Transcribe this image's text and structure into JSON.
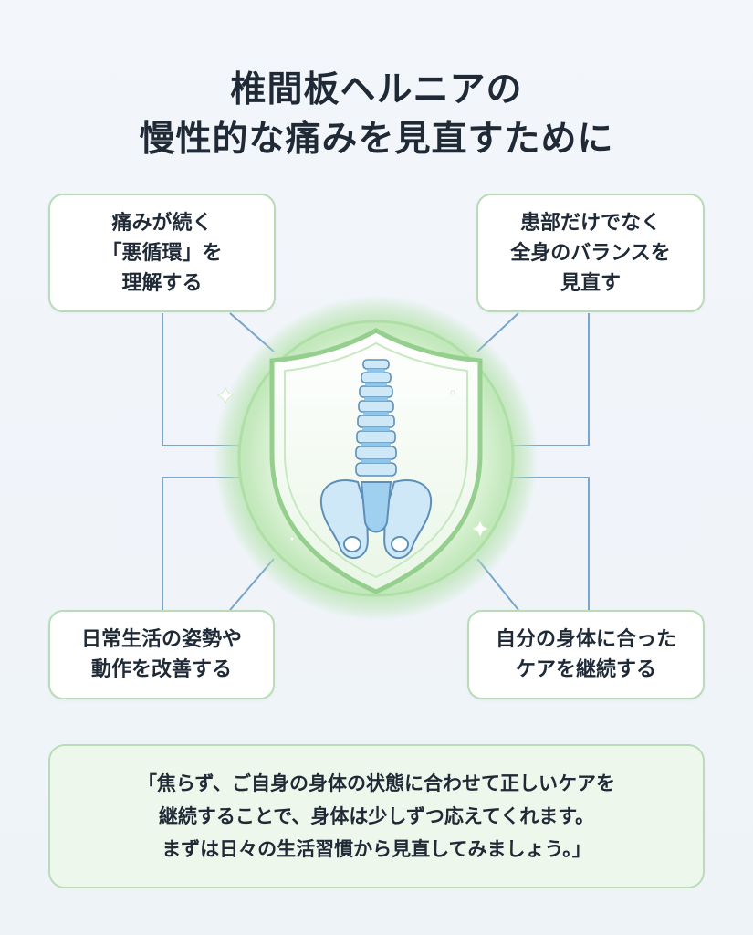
{
  "title": {
    "line1": "椎間板ヘルニアの",
    "line2": "慢性的な痛みを見直すために"
  },
  "cards": {
    "top_left": [
      "痛みが続く",
      "「悪循環」を",
      "理解する"
    ],
    "top_right": [
      "患部だけでなく",
      "全身のバランスを",
      "見直す"
    ],
    "bottom_left": [
      "日常生活の姿勢や",
      "動作を改善する"
    ],
    "bottom_right": [
      "自分の身体に合った",
      "ケアを継続する"
    ]
  },
  "quote": [
    "「焦らず、ご自身の身体の状態に合わせて正しいケアを",
    "継続することで、身体は少しずつ応えてくれます。",
    "まずは日々の生活習慣から見直してみましょう。」"
  ],
  "icons": {
    "center": "shield-spine-icon",
    "sparkle": "sparkle-icon"
  },
  "colors": {
    "card_border": "#b9dcb6",
    "connector": "#6f9fc8",
    "glow": "#9fdc95",
    "spine": "#8fc6ea"
  }
}
